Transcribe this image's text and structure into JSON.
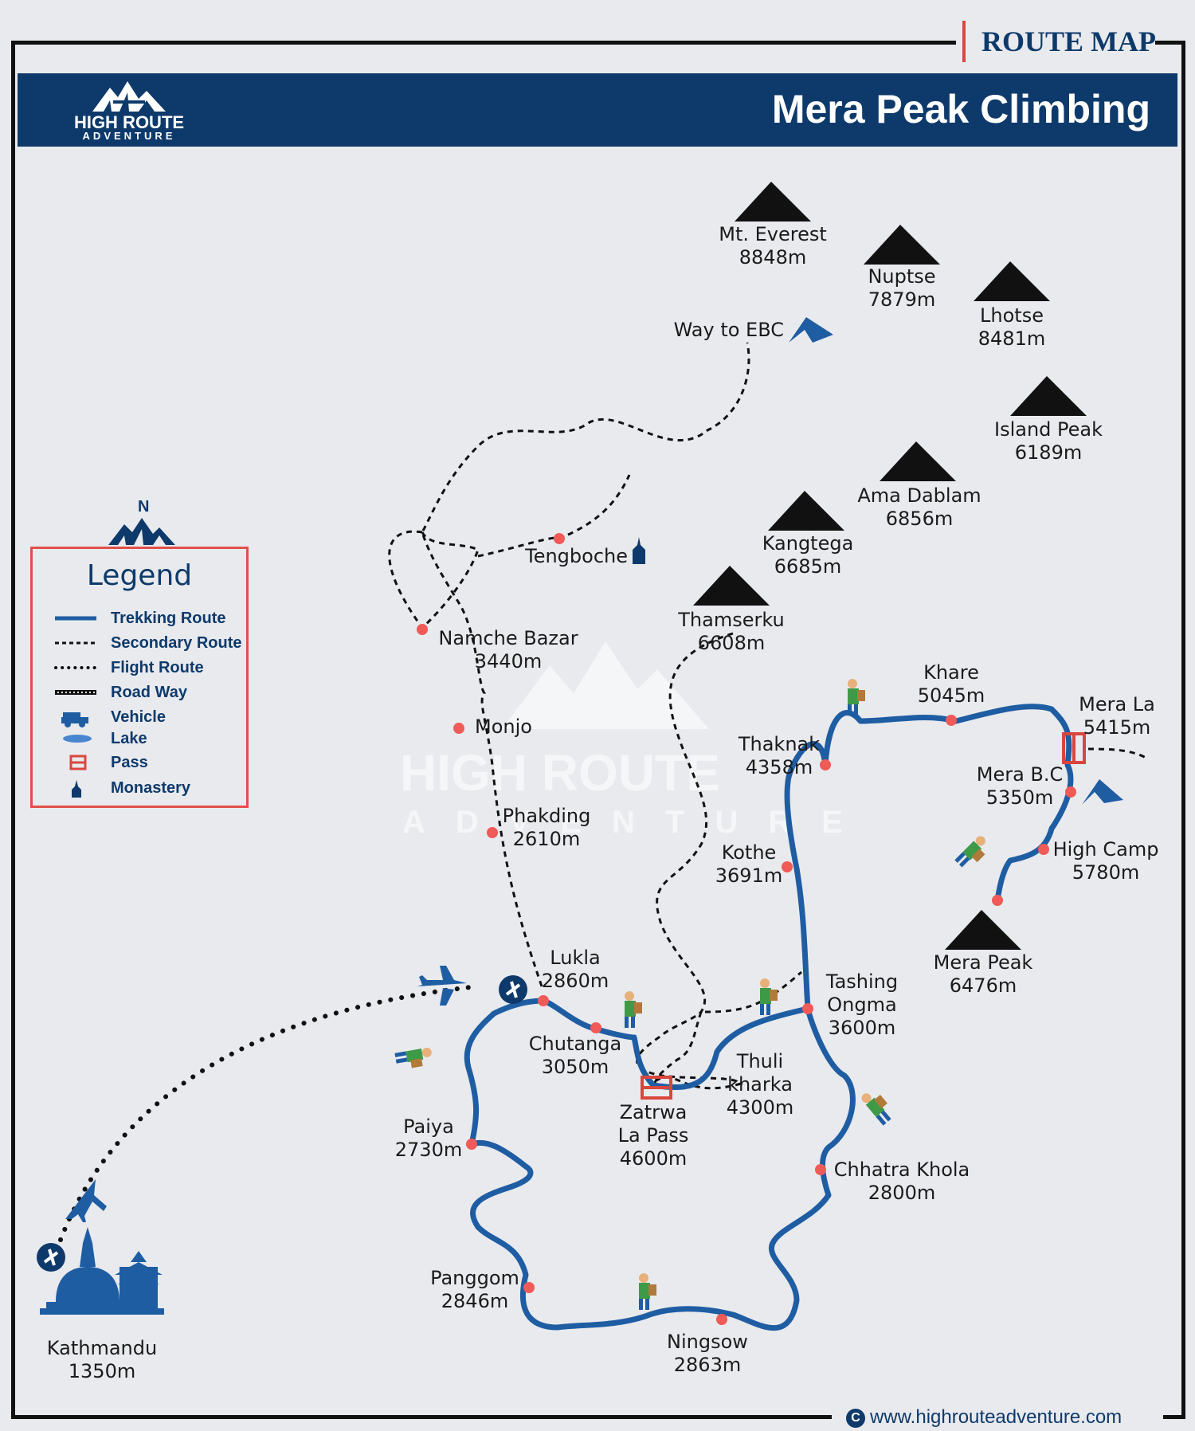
{
  "header": {
    "tag": "ROUTE MAP",
    "title": "Mera Peak Climbing",
    "logo_line1": "HIGH ROUTE",
    "logo_line2": "ADVENTURE"
  },
  "watermark": {
    "line1": "HIGH ROUTE",
    "line2": "ADVENTURE"
  },
  "legend": {
    "north": "N",
    "title": "Legend",
    "items": [
      {
        "label": "Trekking Route",
        "icon": "solid-line-icon"
      },
      {
        "label": "Secondary Route",
        "icon": "dashed-line-icon"
      },
      {
        "label": "Flight Route",
        "icon": "dotted-line-icon"
      },
      {
        "label": "Road Way",
        "icon": "road-icon"
      },
      {
        "label": "Vehicle",
        "icon": "jeep-icon"
      },
      {
        "label": "Lake",
        "icon": "lake-icon"
      },
      {
        "label": "Pass",
        "icon": "pass-icon"
      },
      {
        "label": "Monastery",
        "icon": "monastery-icon"
      }
    ]
  },
  "mountains": [
    {
      "name": "Mt. Everest",
      "elevation": "8848m"
    },
    {
      "name": "Nuptse",
      "elevation": "7879m"
    },
    {
      "name": "Lhotse",
      "elevation": "8481m"
    },
    {
      "name": "Island Peak",
      "elevation": "6189m"
    },
    {
      "name": "Ama Dablam",
      "elevation": "6856m"
    },
    {
      "name": "Kangtega",
      "elevation": "6685m"
    },
    {
      "name": "Thamserku",
      "elevation": "6608m"
    },
    {
      "name": "Mera Peak",
      "elevation": "6476m"
    }
  ],
  "places": [
    {
      "name": "Way to EBC",
      "elevation": ""
    },
    {
      "name": "Tengboche",
      "elevation": ""
    },
    {
      "name": "Namche Bazar",
      "elevation": "3440m"
    },
    {
      "name": "Monjo",
      "elevation": ""
    },
    {
      "name": "Phakding",
      "elevation": "2610m"
    },
    {
      "name": "Lukla",
      "elevation": "2860m"
    },
    {
      "name": "Chutanga",
      "elevation": "3050m"
    },
    {
      "name": "Zatrwa\nLa Pass",
      "elevation": "4600m"
    },
    {
      "name": "Thuli\nkharka",
      "elevation": "4300m"
    },
    {
      "name": "Tashing\nOngma",
      "elevation": "3600m"
    },
    {
      "name": "Kothe",
      "elevation": "3691m"
    },
    {
      "name": "Thaknak",
      "elevation": "4358m"
    },
    {
      "name": "Khare",
      "elevation": "5045m"
    },
    {
      "name": "Mera La",
      "elevation": "5415m"
    },
    {
      "name": "Mera B.C",
      "elevation": "5350m"
    },
    {
      "name": "High Camp",
      "elevation": "5780m"
    },
    {
      "name": "Chhatra Khola",
      "elevation": "2800m"
    },
    {
      "name": "Ningsow",
      "elevation": "2863m"
    },
    {
      "name": "Panggom",
      "elevation": "2846m"
    },
    {
      "name": "Paiya",
      "elevation": "2730m"
    },
    {
      "name": "Kathmandu",
      "elevation": "1350m"
    }
  ],
  "footer": {
    "copyright_symbol": "C",
    "url": "www.highrouteadventure.com"
  },
  "colors": {
    "navy": "#0e3a6b",
    "route_blue": "#1f5da3",
    "stop_red": "#f05a57",
    "legend_border": "#e0504a",
    "background": "#e9eaee"
  }
}
